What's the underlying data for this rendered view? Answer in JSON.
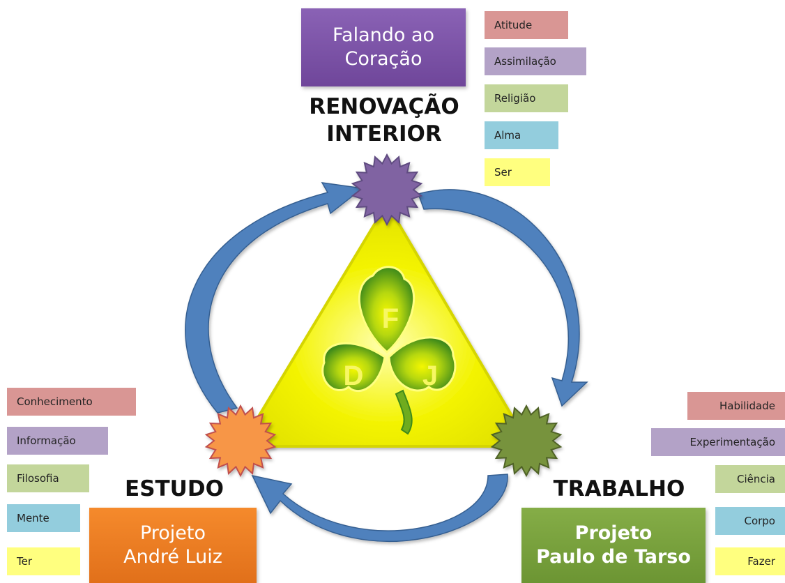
{
  "top": {
    "project_line1": "Falando ao",
    "project_line2": "Coração",
    "heading_line1": "RENOVAÇÃO",
    "heading_line2": "INTERIOR",
    "tags": [
      "Atitude",
      "Assimilação",
      "Religião",
      "Alma",
      "Ser"
    ]
  },
  "left": {
    "heading": "ESTUDO",
    "project_line1": "Projeto",
    "project_line2": "André Luiz",
    "tags": [
      "Conhecimento",
      "Informação",
      "Filosofia",
      "Mente",
      "Ter"
    ]
  },
  "right": {
    "heading": "TRABALHO",
    "project_line1": "Projeto",
    "project_line2": "Paulo de Tarso",
    "tags": [
      "Habilidade",
      "Experimentação",
      "Ciência",
      "Corpo",
      "Fazer"
    ]
  },
  "center": {
    "letter_top": "F",
    "letter_left": "D",
    "letter_right": "J"
  },
  "colors": {
    "tag_1": "#d99694",
    "tag_2": "#b3a2c7",
    "tag_3": "#c3d69b",
    "tag_4": "#93cddd",
    "tag_5": "#ffff7f",
    "top_box": "#7d52a5",
    "left_box": "#ee7f24",
    "right_box": "#79a13f",
    "arrow": "#4f81bd",
    "triangle": "#ffff00",
    "clover": "#6fac1e"
  },
  "icons": [
    "purple-star-burst",
    "orange-star-burst",
    "green-star-burst",
    "shamrock-icon",
    "curved-arrow"
  ]
}
